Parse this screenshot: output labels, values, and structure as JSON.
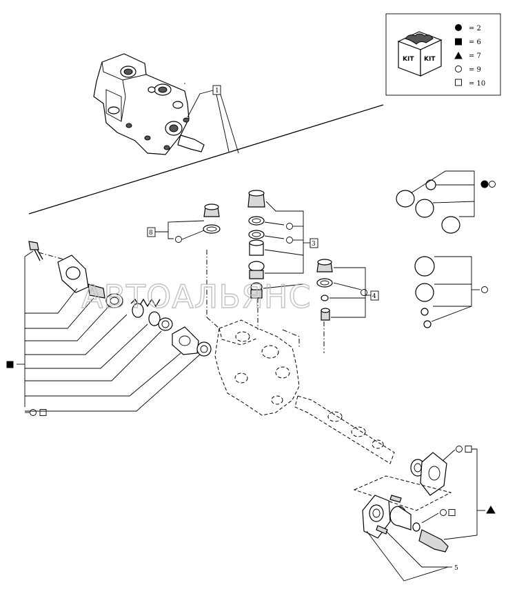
{
  "legend": {
    "kit_label_left": "KIT",
    "kit_label_right": "KIT",
    "items": [
      {
        "symbol": "filled-circle",
        "text": "= 2"
      },
      {
        "symbol": "filled-square",
        "text": "= 6"
      },
      {
        "symbol": "filled-triangle",
        "text": "= 7"
      },
      {
        "symbol": "hollow-circle",
        "text": "= 9"
      },
      {
        "symbol": "hollow-square",
        "text": "= 10"
      }
    ]
  },
  "references": {
    "ref_assembly": "1",
    "ref_plug_left": "8",
    "ref_plug_group": "3",
    "ref_plug_right": "4",
    "ref_bottom": "5"
  },
  "watermark": "АВТОАЛЬЯНС",
  "colors": {
    "line": "#000000",
    "background": "#ffffff",
    "watermark": "#b8b8b8"
  }
}
